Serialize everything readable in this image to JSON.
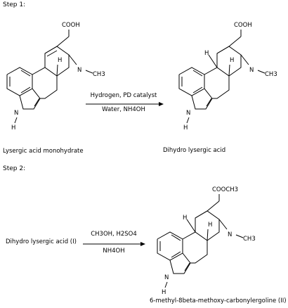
{
  "steps": {
    "step1": "Step 1:",
    "step2": "Step 2:"
  },
  "step1": {
    "reactant_name": "Lysergic acid monohydrate",
    "product_name": "Dihydro lysergic acid",
    "condition_top": "Hydrogen, PD catalyst",
    "condition_bottom": "Water, NH4OH"
  },
  "step2": {
    "reactant_name": "Dihydro lysergic acid (I)",
    "product_name": "6-methyl-8beta-methoxy-carbonylergoline (II)",
    "condition_top": "CH3OH,  H2SO4",
    "condition_bottom": "NH4OH"
  },
  "atom_labels": {
    "cooh": "COOH",
    "coome": "COOCH3",
    "n": "N",
    "ch3": "CH3",
    "h": "H"
  }
}
